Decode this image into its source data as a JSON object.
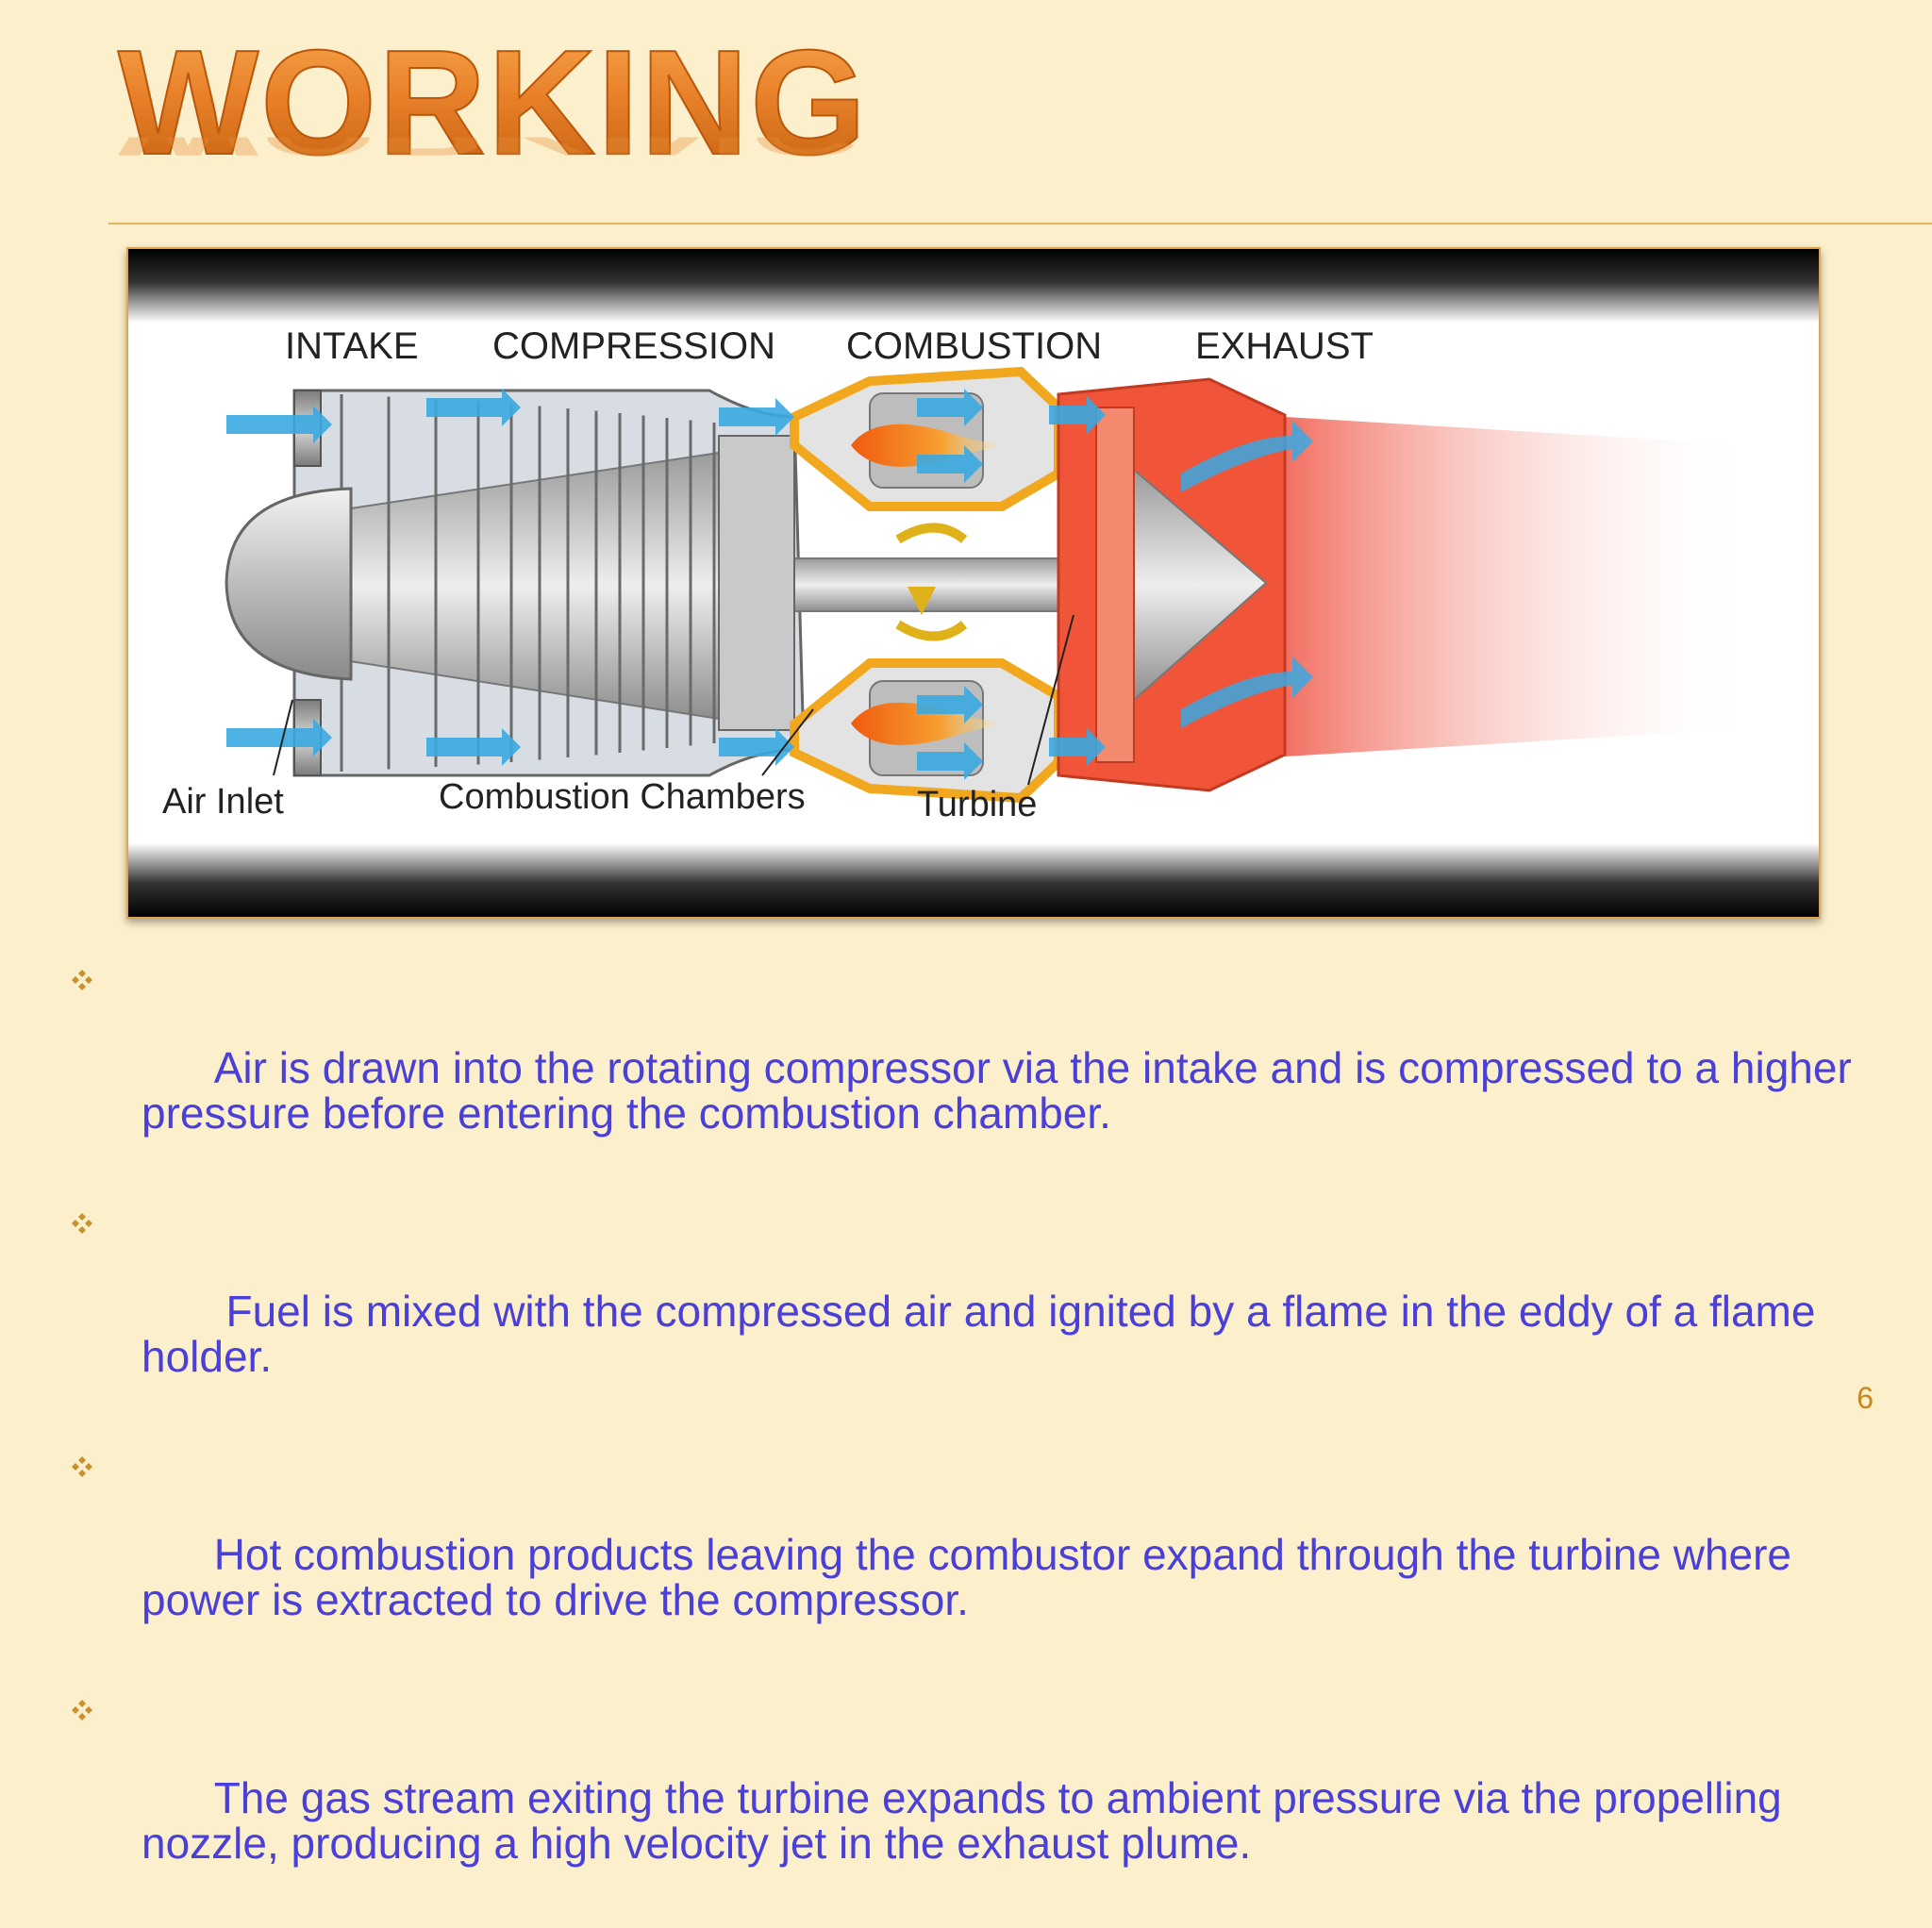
{
  "slide": {
    "title": "WORKING",
    "page_number": "6"
  },
  "diagram": {
    "stage_labels": [
      "INTAKE",
      "COMPRESSION",
      "COMBUSTION",
      "EXHAUST"
    ],
    "part_labels": {
      "air_inlet": "Air Inlet",
      "combustion_chambers": "Combustion Chambers",
      "turbine": "Turbine"
    },
    "colors": {
      "airflow": "#3aa8e0",
      "flame": "#f07a18",
      "exhaust": "#f04a2a",
      "casing": "#9a9a9a",
      "chamber_outline": "#f2a81e"
    }
  },
  "bullets": [
    "Air is drawn into the rotating compressor via the intake and is compressed to a higher pressure before entering the combustion chamber.",
    " Fuel is mixed with the compressed air and ignited by a flame in the eddy of a flame holder.",
    "Hot combustion products leaving the combustor expand through the turbine where power is extracted to drive the compressor.",
    "The gas stream exiting the turbine expands to ambient pressure via the propelling nozzle, producing a high velocity jet in the exhaust plume."
  ],
  "bullet_icon": "diamond-cluster-icon",
  "text_color": "#4a3fd8",
  "accent_color": "#e8812a"
}
